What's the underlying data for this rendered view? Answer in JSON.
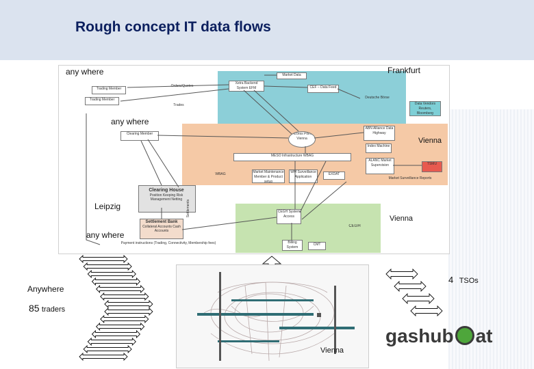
{
  "title": "Rough concept IT data flows",
  "locations": {
    "any_where_top": "any where",
    "frankfurt": "Frankfurt",
    "any_where_mid": "any where",
    "vienna_orange": "Vienna",
    "leipzig": "Leipzig",
    "vienna_green": "Vienna",
    "any_where_bottom": "any where",
    "anywhere_left": "Anywhere",
    "vienna_map": "Vienna"
  },
  "counts": {
    "traders_number": "85",
    "traders_label": "traders",
    "tsos_number": "4",
    "tsos_label": "TSOs"
  },
  "diagram_boxes": {
    "market_data": "Market Data",
    "xetra": "Xetra Backend System EFM",
    "cef": "CEF – Data Feed",
    "deutsche_boerse": "Deutsche Börse",
    "data_vendors": "Data Vendors Reuters, Bloomberg",
    "trading_member": "Trading Member",
    "trading_member2": "Trading Member",
    "clearing_member": "Clearing Member",
    "access_point": "Access Point Vienna",
    "abn": "ABN Alliance Data Highway",
    "index": "Index Machine",
    "meso": "MESO Infrastructure WBAG",
    "market_maint": "Market Maintenance Member & Product setup",
    "wm": "WM Surveillance Application",
    "exdat": "EXDAT",
    "alanc": "ALANC Market Supervision",
    "tsmu": "TSMU",
    "wbag": "WBAG",
    "clearing_house": "Clearing House",
    "clearing_house_sub": "Position Keeping Risk Management Netting",
    "settlement_bank": "Settlement Bank",
    "settlement_sub": "Collateral Accounts Cash Accounts",
    "cegh_system": "CEGH System Access",
    "cegh": "CEGH",
    "billing": "Billing System",
    "cmt": "CMT",
    "payment": "Payment instructions (Trading, Connectivity, Membership fees)",
    "orders": "Orders/Quotes",
    "trades": "Trades",
    "market_surv": "Market Surveillance Reports",
    "settlement": "Settlements"
  },
  "logo": {
    "text_left": "gashub",
    "text_right": "at"
  },
  "colors": {
    "title_bar": "#dbe3ef",
    "title_text": "#0b1f5e",
    "frankfurt_zone": "#8ccfd8",
    "vienna_zone": "#f5c9a6",
    "cegh_zone": "#c6e3b0",
    "leipzig_zone": "#e2e2e2",
    "logo_green": "#4ea63b"
  }
}
